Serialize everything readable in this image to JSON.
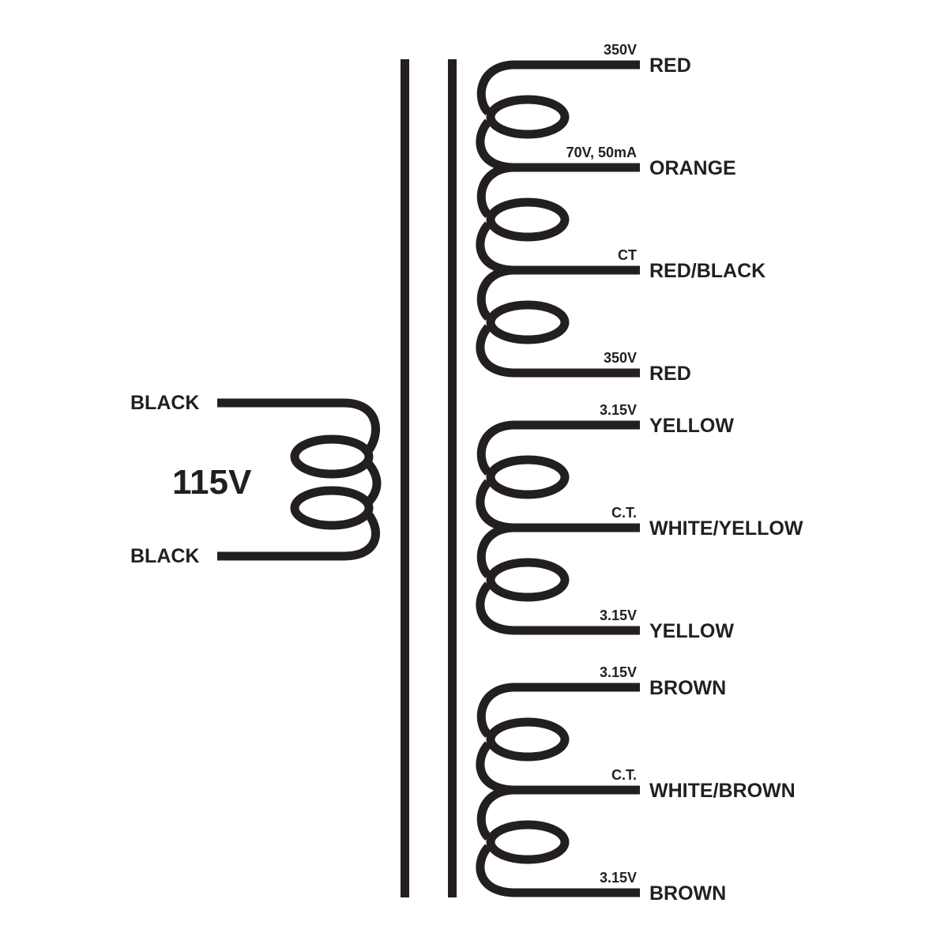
{
  "primary": {
    "voltage": "115V",
    "top_lead": "BLACK",
    "bottom_lead": "BLACK"
  },
  "secondaries": [
    {
      "taps": [
        {
          "rating": "350V",
          "color": "RED"
        },
        {
          "rating": "70V, 50mA",
          "color": "ORANGE"
        },
        {
          "rating": "CT",
          "color": "RED/BLACK"
        },
        {
          "rating": "350V",
          "color": "RED"
        }
      ]
    },
    {
      "taps": [
        {
          "rating": "3.15V",
          "color": "YELLOW"
        },
        {
          "rating": "C.T.",
          "color": "WHITE/YELLOW"
        },
        {
          "rating": "3.15V",
          "color": "YELLOW"
        }
      ]
    },
    {
      "taps": [
        {
          "rating": "3.15V",
          "color": "BROWN"
        },
        {
          "rating": "C.T.",
          "color": "WHITE/BROWN"
        },
        {
          "rating": "3.15V",
          "color": "BROWN"
        }
      ]
    }
  ],
  "colors": {
    "ink": "#231f20",
    "background": "#ffffff"
  }
}
